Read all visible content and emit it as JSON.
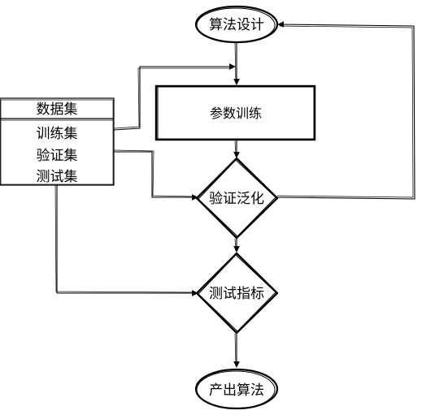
{
  "nodes": {
    "algo_design": "算法设计",
    "param_training": "参数训练",
    "validate_generalize": "验证泛化",
    "test_metrics": "测试指标",
    "output_algo": "产出算法"
  },
  "dataset": {
    "title": "数据集",
    "items": [
      "训练集",
      "验证集",
      "测试集"
    ]
  }
}
